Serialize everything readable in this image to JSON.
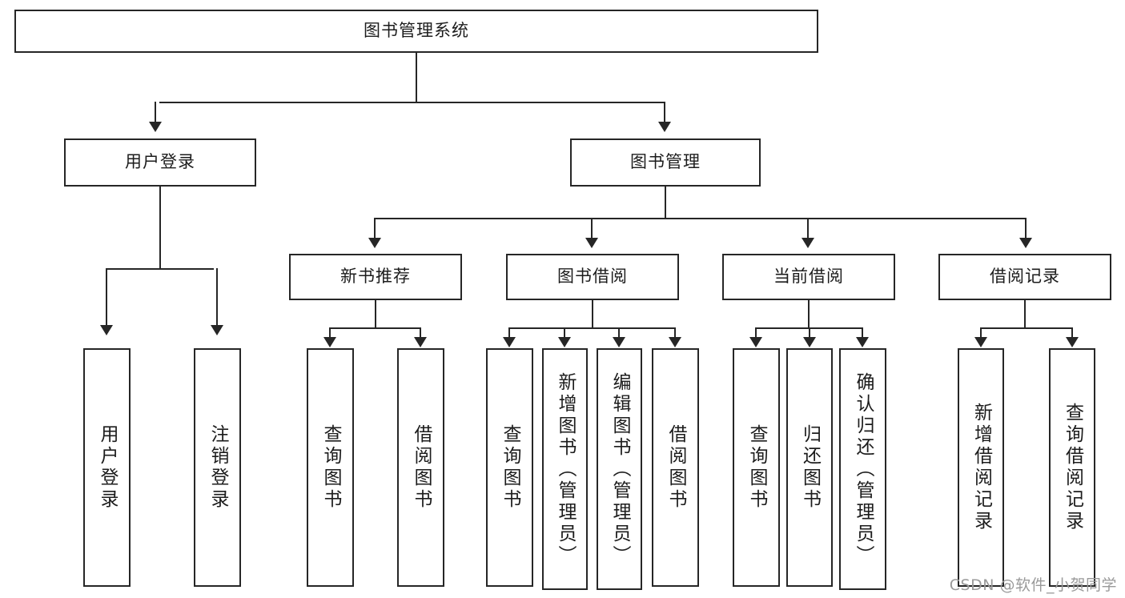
{
  "diagram": {
    "title": "图书管理系统",
    "watermark": "CSDN @软件_小贺同学",
    "root": {
      "label": "图书管理系统"
    },
    "level2": [
      {
        "label": "用户登录"
      },
      {
        "label": "图书管理"
      }
    ],
    "level3": [
      {
        "label": "新书推荐"
      },
      {
        "label": "图书借阅"
      },
      {
        "label": "当前借阅"
      },
      {
        "label": "借阅记录"
      }
    ],
    "leaves": {
      "user_login": [
        {
          "label": "用户登录"
        },
        {
          "label": "注销登录"
        }
      ],
      "new_book": [
        {
          "label": "查询图书"
        },
        {
          "label": "借阅图书"
        }
      ],
      "book_borrow": [
        {
          "label": "查询图书"
        },
        {
          "label": "新增图书（管理员）"
        },
        {
          "label": "编辑图书（管理员）"
        },
        {
          "label": "借阅图书"
        }
      ],
      "current_borrow": [
        {
          "label": "查询图书"
        },
        {
          "label": "归还图书"
        },
        {
          "label": "确认归还（管理员）"
        }
      ],
      "borrow_record": [
        {
          "label": "新增借阅记录"
        },
        {
          "label": "查询借阅记录"
        }
      ]
    },
    "colors": {
      "stroke": "#262626",
      "background": "#ffffff",
      "text": "#1c1c1c",
      "watermark": "#9a9a9a"
    }
  }
}
